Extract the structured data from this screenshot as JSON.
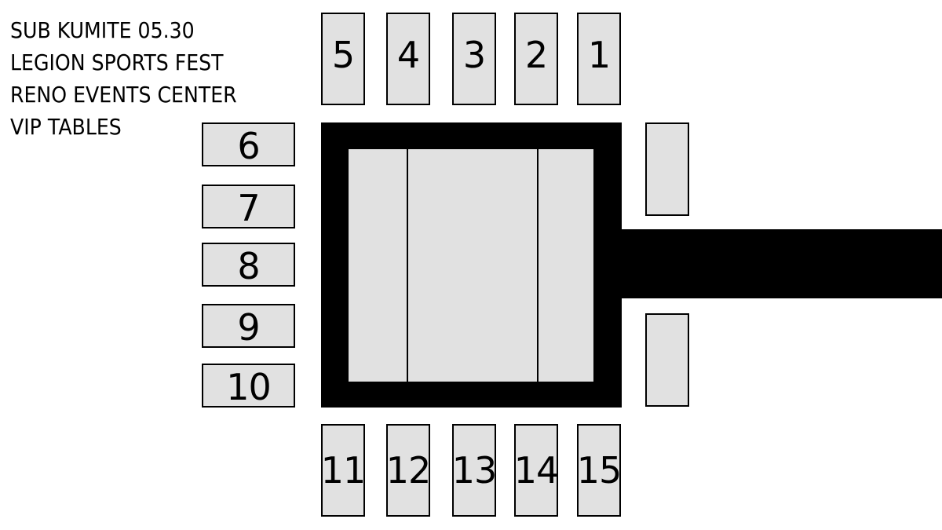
{
  "event": {
    "lines": [
      "SUB KUMITE 05.30",
      "LEGION SPORTS FEST",
      "RENO EVENTS CENTER",
      "VIP TABLES"
    ]
  },
  "tables": {
    "t1": "1",
    "t2": "2",
    "t3": "3",
    "t4": "4",
    "t5": "5",
    "t6": "6",
    "t7": "7",
    "t8": "8",
    "t9": "9",
    "t10": "10",
    "t11": "11",
    "t12": "12",
    "t13": "13",
    "t14": "14",
    "t15": "15"
  },
  "colors": {
    "table_fill": "#e1e1e1",
    "outline": "#000000",
    "background": "#ffffff"
  }
}
